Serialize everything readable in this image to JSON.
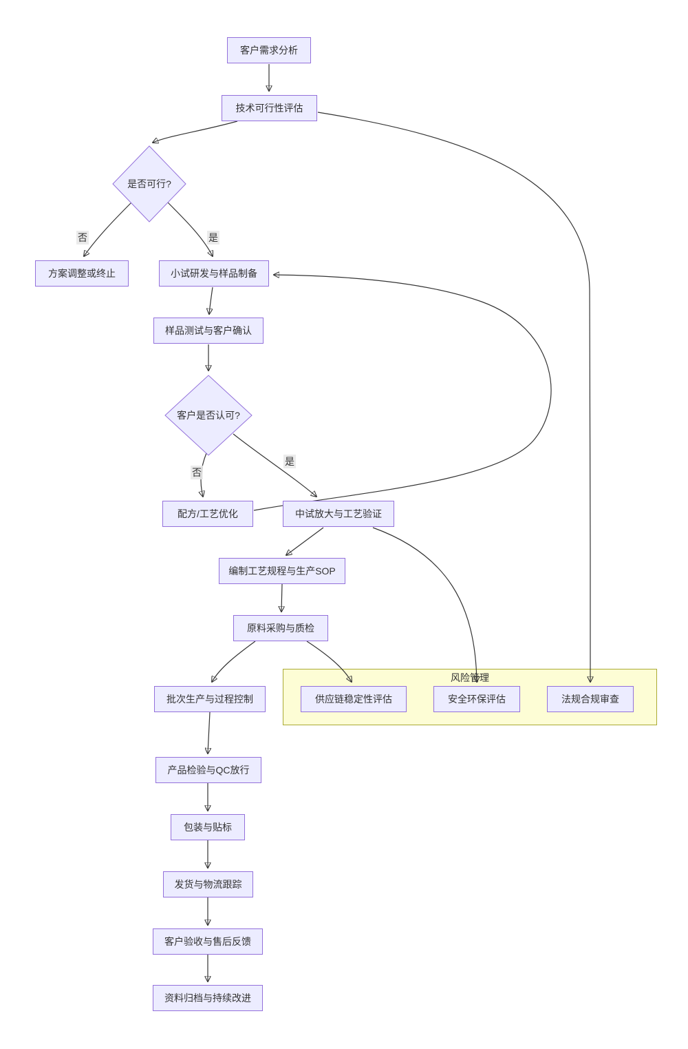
{
  "diagram": {
    "type": "flowchart",
    "direction": "top-down",
    "subgraph": {
      "title": "风险管理"
    },
    "nodes": {
      "A": {
        "label": "客户需求分析",
        "shape": "rect"
      },
      "B": {
        "label": "技术可行性评估",
        "shape": "rect"
      },
      "C": {
        "label": "是否可行?",
        "shape": "diamond"
      },
      "D": {
        "label": "方案调整或终止",
        "shape": "rect"
      },
      "E": {
        "label": "小试研发与样品制备",
        "shape": "rect"
      },
      "F": {
        "label": "样品测试与客户确认",
        "shape": "rect"
      },
      "G": {
        "label": "客户是否认可?",
        "shape": "diamond"
      },
      "H": {
        "label": "配方/工艺优化",
        "shape": "rect"
      },
      "I": {
        "label": "中试放大与工艺验证",
        "shape": "rect"
      },
      "J": {
        "label": "编制工艺规程与生产SOP",
        "shape": "rect"
      },
      "K": {
        "label": "原料采购与质检",
        "shape": "rect"
      },
      "L": {
        "label": "批次生产与过程控制",
        "shape": "rect"
      },
      "M": {
        "label": "供应链稳定性评估",
        "shape": "rect"
      },
      "N": {
        "label": "安全环保评估",
        "shape": "rect"
      },
      "O": {
        "label": "法规合规审查",
        "shape": "rect"
      },
      "P": {
        "label": "产品检验与QC放行",
        "shape": "rect"
      },
      "Q": {
        "label": "包装与贴标",
        "shape": "rect"
      },
      "R": {
        "label": "发货与物流跟踪",
        "shape": "rect"
      },
      "S": {
        "label": "客户验收与售后反馈",
        "shape": "rect"
      },
      "T": {
        "label": "资料归档与持续改进",
        "shape": "rect"
      }
    },
    "edge_labels": {
      "feasible_no": "否",
      "feasible_yes": "是",
      "approve_no": "否",
      "approve_yes": "是"
    },
    "edges": [
      {
        "from": "A",
        "to": "B",
        "label": ""
      },
      {
        "from": "B",
        "to": "C",
        "label": ""
      },
      {
        "from": "C",
        "to": "D",
        "label": "否"
      },
      {
        "from": "C",
        "to": "E",
        "label": "是"
      },
      {
        "from": "E",
        "to": "F",
        "label": ""
      },
      {
        "from": "F",
        "to": "G",
        "label": ""
      },
      {
        "from": "G",
        "to": "H",
        "label": "否"
      },
      {
        "from": "G",
        "to": "I",
        "label": "是"
      },
      {
        "from": "H",
        "to": "E",
        "label": ""
      },
      {
        "from": "I",
        "to": "J",
        "label": ""
      },
      {
        "from": "I",
        "to": "N",
        "label": ""
      },
      {
        "from": "B",
        "to": "O",
        "label": ""
      },
      {
        "from": "J",
        "to": "K",
        "label": ""
      },
      {
        "from": "K",
        "to": "L",
        "label": ""
      },
      {
        "from": "K",
        "to": "M",
        "label": ""
      },
      {
        "from": "L",
        "to": "P",
        "label": ""
      },
      {
        "from": "P",
        "to": "Q",
        "label": ""
      },
      {
        "from": "Q",
        "to": "R",
        "label": ""
      },
      {
        "from": "R",
        "to": "S",
        "label": ""
      },
      {
        "from": "S",
        "to": "T",
        "label": ""
      }
    ],
    "colors": {
      "node_fill": "#ECECFF",
      "node_border": "#9370DB",
      "subgraph_fill": "#FDFDD5",
      "subgraph_border": "#AAAA33",
      "edge": "#333333",
      "text": "#333333",
      "edge_label_bg": "#E8E8E8"
    }
  }
}
